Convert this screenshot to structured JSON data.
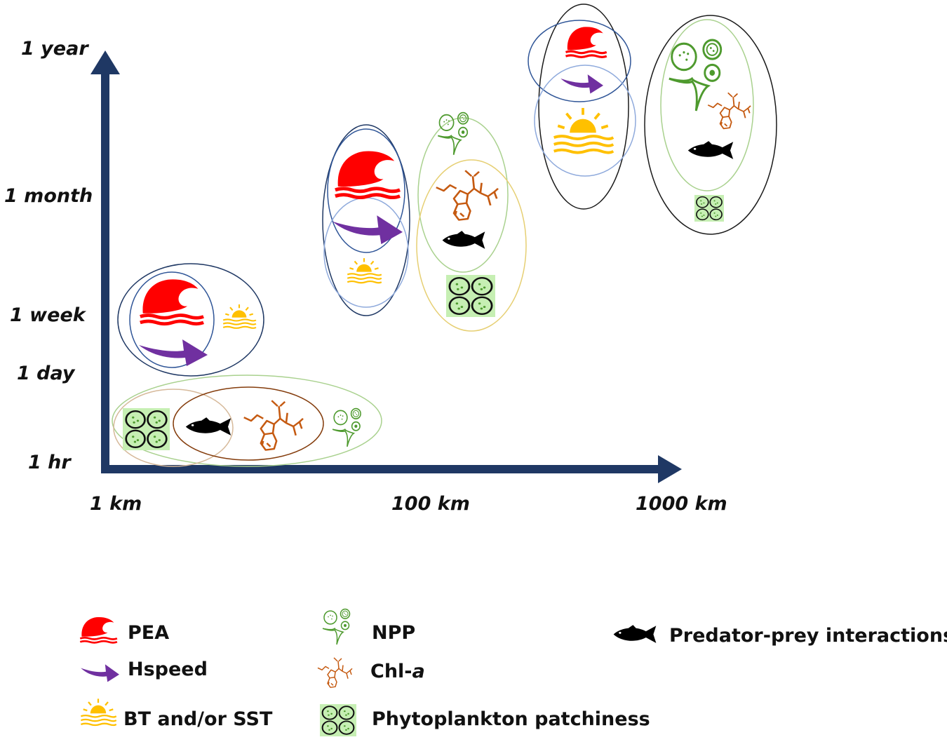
{
  "axes": {
    "y_ticks": [
      "1 year",
      "1 month",
      "1 week",
      "1 day",
      "1 hr"
    ],
    "x_ticks": [
      "1 km",
      "100 km",
      "1000 km"
    ]
  },
  "icons": {
    "pea": "wave-icon",
    "hspeed": "arrow-icon",
    "bt_sst": "sun-over-water-icon",
    "npp": "phytoplankton-cells-icon",
    "chl_a": "chlorophyll-molecule-icon",
    "patchiness": "four-cell-patch-icon",
    "predator_prey": "fish-icon"
  },
  "colors": {
    "axis": "#1f3864",
    "pea": "#ff0000",
    "hspeed": "#7030a0",
    "bt_sst": "#ffc000",
    "npp": "#4e9a2e",
    "chl_a": "#c55a11",
    "patchiness_fill": "#c6efb3",
    "predator_prey": "#000000"
  },
  "legend": {
    "pea": "PEA",
    "hspeed": "Hspeed",
    "bt_sst": "BT and/or SST",
    "npp": "NPP",
    "chl_a_prefix": "Chl-",
    "chl_a_suffix": "a",
    "patchiness": "Phytoplankton patchiness",
    "predator_prey": "Predator-prey interactions"
  }
}
